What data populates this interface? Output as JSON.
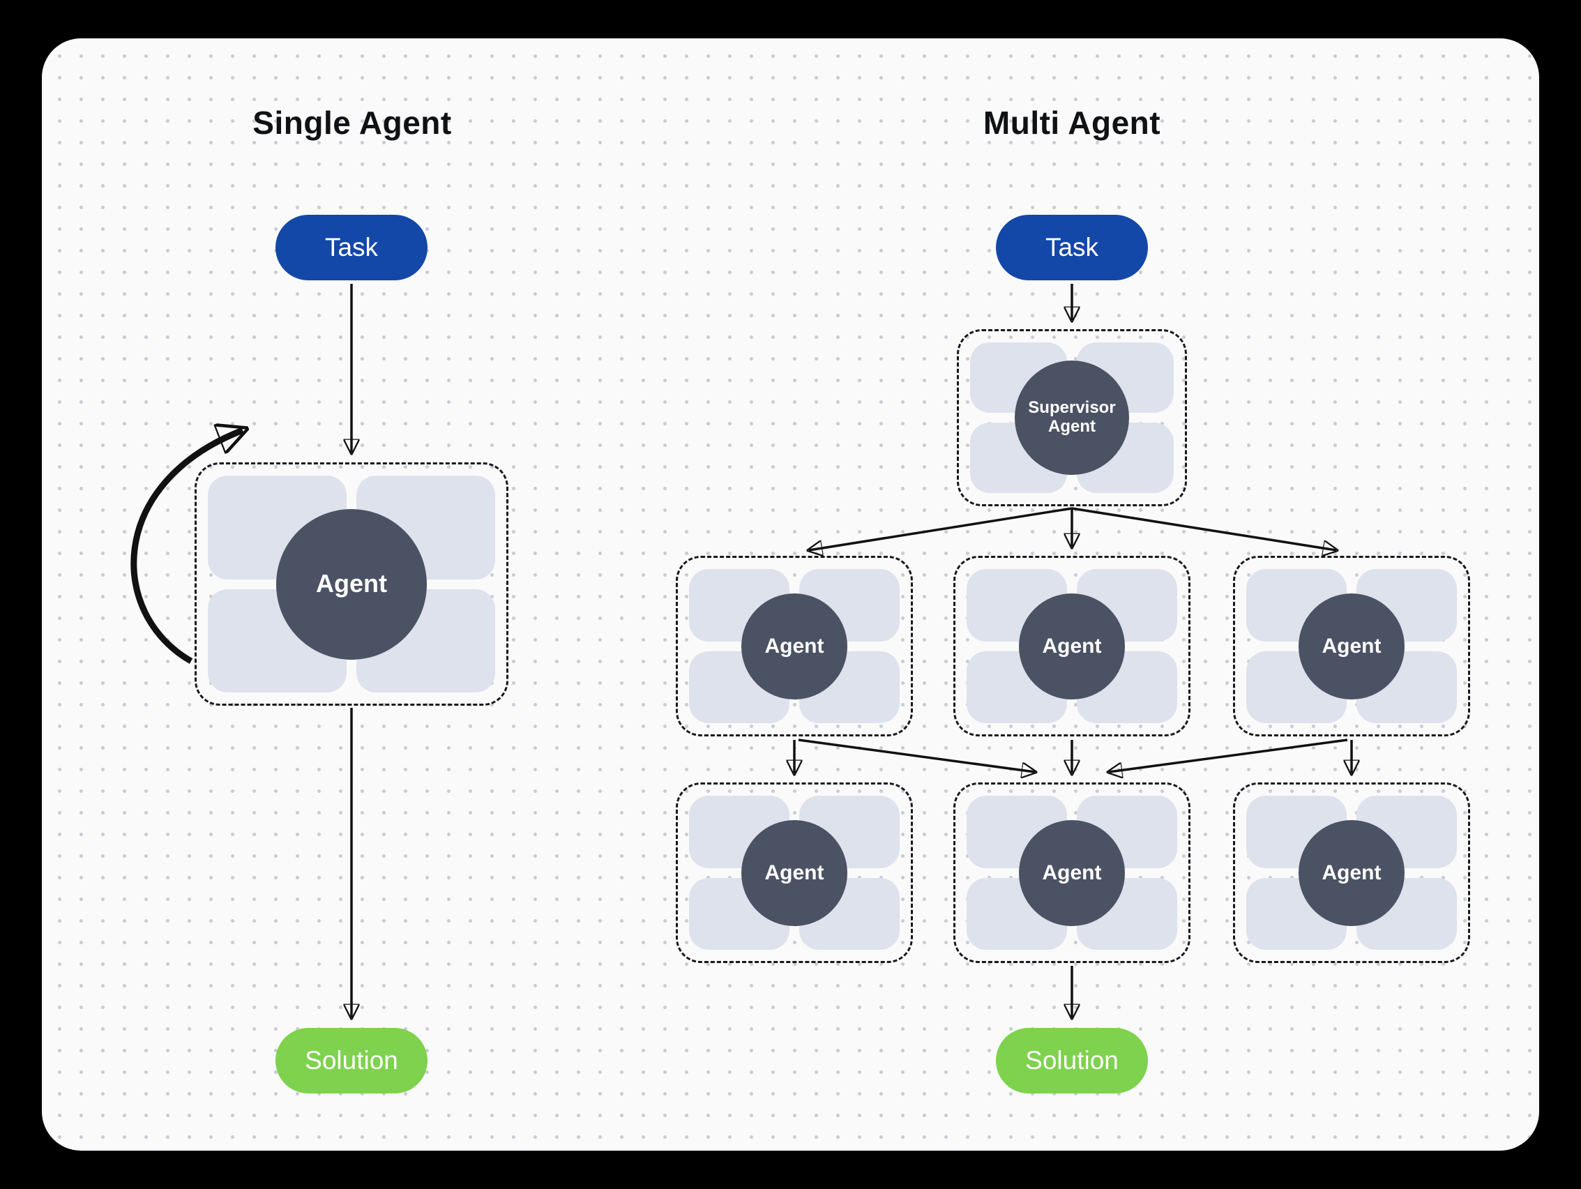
{
  "headings": {
    "single": "Single Agent",
    "multi": "Multi Agent"
  },
  "labels": {
    "task": "Task",
    "solution": "Solution",
    "agent": "Agent",
    "supervisor_agent": "Supervisor Agent"
  },
  "colors": {
    "outer_background": "#000000",
    "canvas_background": "#fafafa",
    "dot_grid": "#c9ccd4",
    "task_pill": "#1347a8",
    "solution_pill": "#7ed24d",
    "agent_circle": "#4b5263",
    "tool_tile": "#dde2ec",
    "arrow": "#111111"
  },
  "structure": {
    "single_agent": {
      "flow": [
        "Task",
        "Agent",
        "Solution"
      ],
      "self_loop_on_agent": true,
      "agent_box_tiles": 4
    },
    "multi_agent": {
      "flow_top": "Task",
      "supervisor": "Supervisor Agent",
      "worker_rows": [
        [
          "Agent",
          "Agent",
          "Agent"
        ],
        [
          "Agent",
          "Agent",
          "Agent"
        ]
      ],
      "flow_bottom": "Solution",
      "tiles_per_box": 4
    }
  }
}
